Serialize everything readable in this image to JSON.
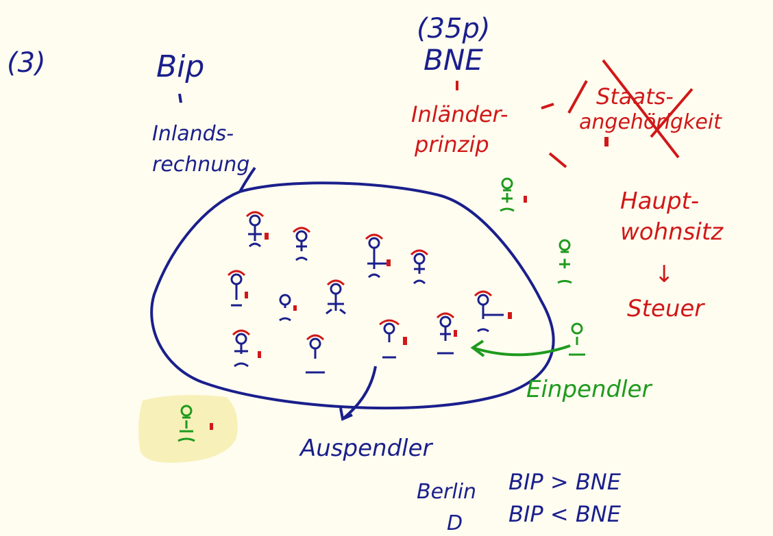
{
  "colors": {
    "background": "#fffdf0",
    "blue": "#1a1f8c",
    "red": "#d01818",
    "green": "#1e9a1e",
    "highlight": "#f7f0b8"
  },
  "labels": {
    "section_number": "(3)",
    "bip": "Bip",
    "bip_concept_line1": "Inlands-",
    "bip_concept_line2": "rechnung",
    "bne_note": "(35p)",
    "bne": "BNE",
    "bne_concept_line1": "Inländer-",
    "bne_concept_line2": "prinzip",
    "struck_line1": "Staats-",
    "struck_line2": "angehörigkeit",
    "main_line1": "Haupt-",
    "main_line2": "wohnsitz",
    "arrow_down": "↓",
    "steuer": "Steuer",
    "einpendler": "Einpendler",
    "auspendler": "Auspendler",
    "bsp_label": "Berlin",
    "bsp_sub": "D",
    "comparison_1": "BIP > BNE",
    "comparison_2": "BIP < BNE"
  }
}
